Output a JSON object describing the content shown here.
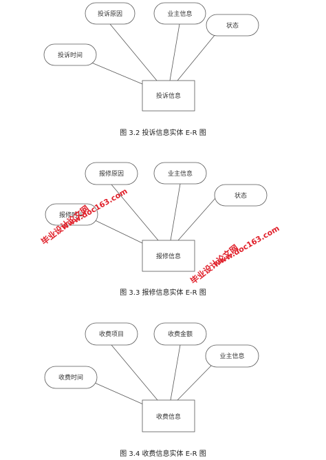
{
  "colors": {
    "stroke": "#555555",
    "ellipse_fill": "#ffffff",
    "rect_fill": "#ffffff",
    "watermark": "#e0202a"
  },
  "diagrams": [
    {
      "caption": "图 3.2 投诉信息实体 E-R 图",
      "entity": "投诉信息",
      "attributes": [
        "投诉原因",
        "业主信息",
        "状态",
        "投诉时间"
      ]
    },
    {
      "caption": "图 3.3 报修信息实体 E-R 图",
      "entity": "报修信息",
      "attributes": [
        "报修原因",
        "业主信息",
        "状态",
        "报修时间"
      ]
    },
    {
      "caption": "图 3.4 收费信息实体 E-R 图",
      "entity": "收费信息",
      "attributes": [
        "收费项目",
        "收费金额",
        "业主信息",
        "收费时间"
      ]
    }
  ],
  "watermark": {
    "name": "毕业设计论文网",
    "url": "www.doc163.com"
  }
}
